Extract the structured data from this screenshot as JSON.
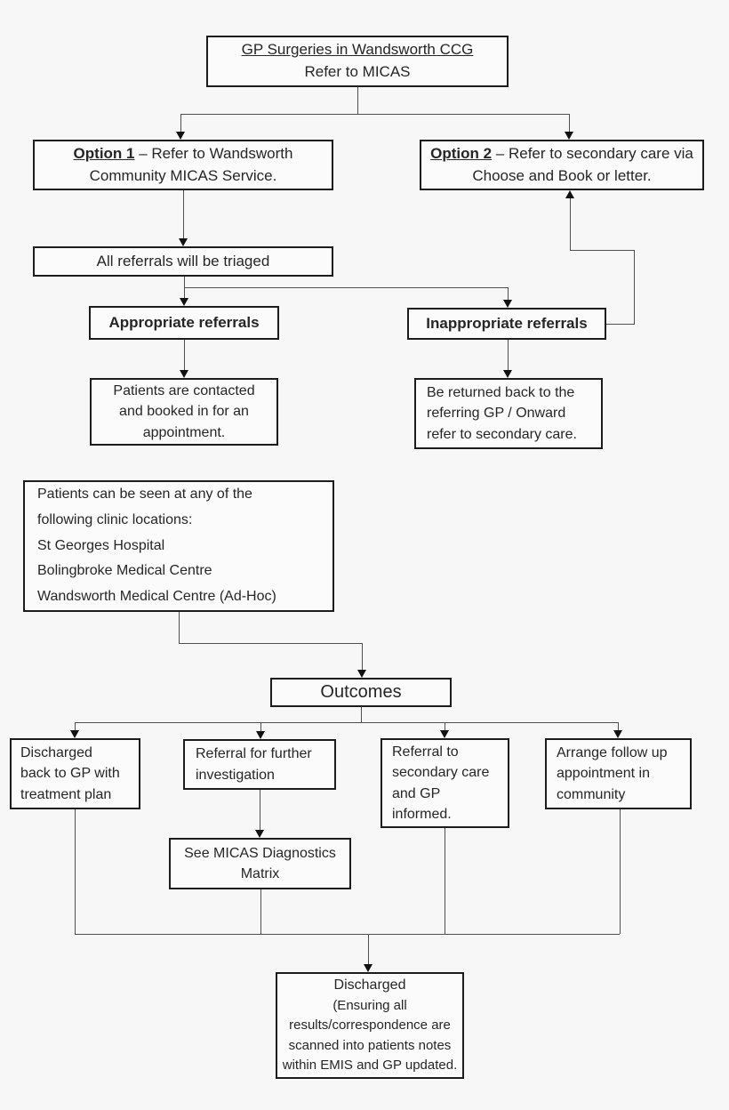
{
  "diagram_title": "GP Surgeries in Wandsworth CCG - Refer to MICAS flowchart",
  "colors": {
    "background": "#f7f7f7",
    "box_fill": "#fbfbfb",
    "box_border": "#1c1c1c",
    "connector": "#4f4f4f",
    "arrowhead": "#111111",
    "text": "#262626"
  },
  "boxes": {
    "top": {
      "line1": "GP Surgeries in Wandsworth CCG",
      "line2": "Refer to MICAS"
    },
    "option1": {
      "keyword": "Option 1",
      "line1rest": " – Refer to Wandsworth",
      "line2": "Community MICAS Service."
    },
    "option2": {
      "keyword": "Option 2",
      "line1rest": " – Refer to secondary care via",
      "line2": "Choose and Book or letter."
    },
    "triage": {
      "text": "All referrals will be triaged"
    },
    "appropriate": {
      "text": "Appropriate referrals"
    },
    "inappropriate": {
      "text": "Inappropriate referrals"
    },
    "contacted": {
      "line1": "Patients are contacted",
      "line2": "and booked in for an",
      "line3": "appointment."
    },
    "returned": {
      "line1": "Be returned back to the",
      "line2": "referring GP / Onward",
      "line3": "refer to secondary care."
    },
    "clinics": {
      "line1": "Patients can be seen at any of the",
      "line2": "following clinic locations:",
      "line3": "St Georges Hospital",
      "line4": "Bolingbroke Medical Centre",
      "line5": "Wandsworth Medical Centre (Ad-Hoc)"
    },
    "outcomes": {
      "text": "Outcomes"
    },
    "outcome1": {
      "line1": "Discharged",
      "line2": "back to GP with",
      "line3": "treatment plan"
    },
    "outcome2": {
      "line1": "Referral for further",
      "line2": "investigation"
    },
    "outcome3": {
      "line1": "Referral to",
      "line2": "secondary care",
      "line3": "and GP",
      "line4": "informed."
    },
    "outcome4": {
      "line1": "Arrange follow up",
      "line2": "appointment in",
      "line3": "community"
    },
    "matrix": {
      "line1": "See MICAS Diagnostics",
      "line2": "Matrix"
    },
    "discharged": {
      "line1": "Discharged",
      "line2": "(Ensuring all",
      "line3": "results/correspondence are",
      "line4": "scanned into patients notes",
      "line5": "within EMIS and GP updated."
    }
  }
}
